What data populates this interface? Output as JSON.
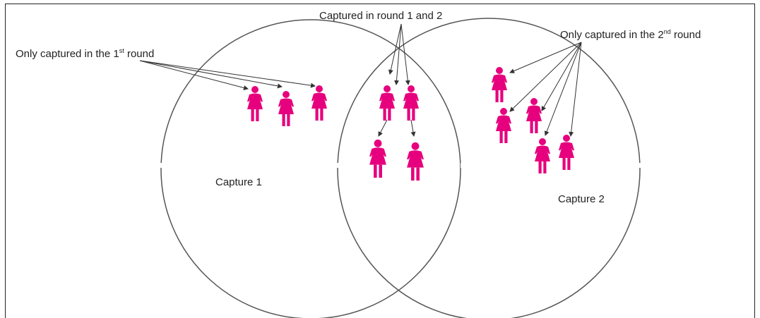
{
  "labels": {
    "round1_only": {
      "text": "Only captured in the 1",
      "sup": "st",
      "suffix": " round"
    },
    "both_rounds": {
      "text": "Captured in round 1 and 2"
    },
    "round2_only": {
      "text": "Only captured in the 2",
      "sup": "nd",
      "suffix": " round"
    },
    "capture1": "Capture 1",
    "capture2": "Capture 2"
  },
  "colors": {
    "figure": "#e6007e",
    "circle": "#555555",
    "arrow": "#333333"
  },
  "icons": {
    "person": "female-person-icon"
  }
}
